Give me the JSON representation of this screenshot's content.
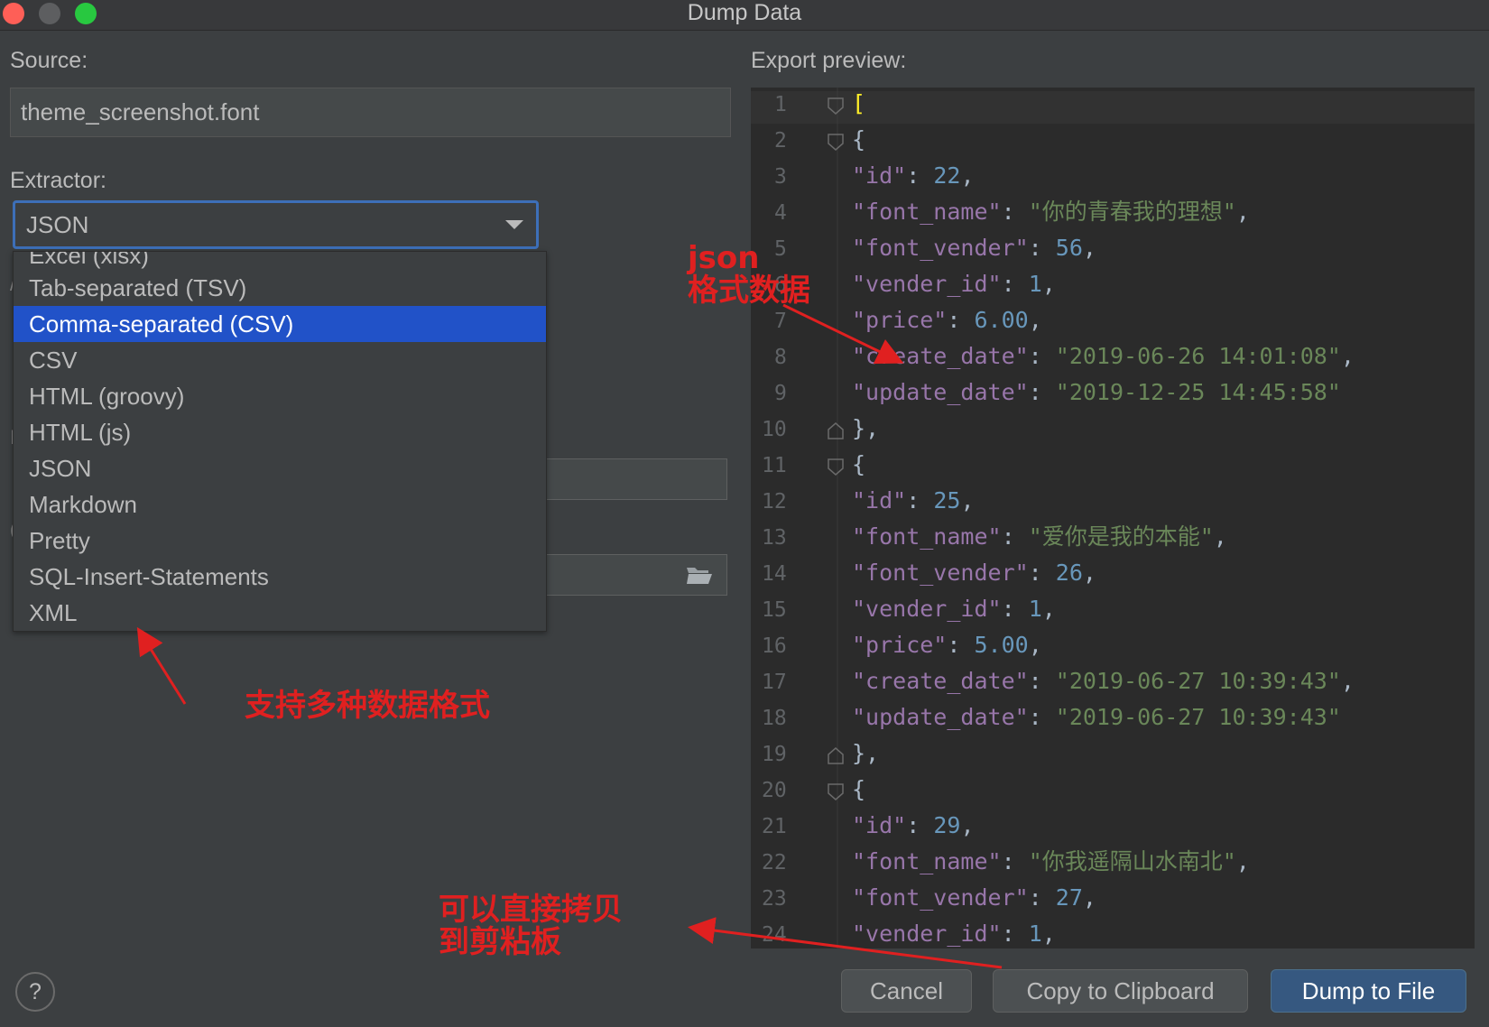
{
  "window": {
    "title": "Dump Data"
  },
  "left": {
    "source_label": "Source:",
    "source_value": "theme_screenshot.font",
    "extractor_label": "Extractor:",
    "extractor_value": "JSON",
    "partial_option": "Excel (xlsx)",
    "options": [
      "Tab-separated (TSV)",
      "Comma-separated (CSV)",
      "CSV",
      "HTML (groovy)",
      "HTML (js)",
      "JSON",
      "Markdown",
      "Pretty",
      "SQL-Insert-Statements",
      "XML"
    ],
    "selected_option": "Comma-separated (CSV)"
  },
  "preview": {
    "label": "Export preview:",
    "lines": [
      {
        "n": "1",
        "text": "["
      },
      {
        "n": "2",
        "text": "  {"
      },
      {
        "n": "3",
        "key": "\"id\"",
        "val": "22",
        "type": "num",
        "comma": true
      },
      {
        "n": "4",
        "key": "\"font_name\"",
        "val": "\"你的青春我的理想\"",
        "type": "str",
        "comma": true
      },
      {
        "n": "5",
        "key": "\"font_vender\"",
        "val": "56",
        "type": "num",
        "comma": true
      },
      {
        "n": "6",
        "key": "\"vender_id\"",
        "val": "1",
        "type": "num",
        "comma": true
      },
      {
        "n": "7",
        "key": "\"price\"",
        "val": "6.00",
        "type": "num",
        "comma": true
      },
      {
        "n": "8",
        "key": "\"create_date\"",
        "val": "\"2019-06-26 14:01:08\"",
        "type": "str",
        "comma": true
      },
      {
        "n": "9",
        "key": "\"update_date\"",
        "val": "\"2019-12-25 14:45:58\"",
        "type": "str",
        "comma": false
      },
      {
        "n": "10",
        "text": "  },"
      },
      {
        "n": "11",
        "text": "  {"
      },
      {
        "n": "12",
        "key": "\"id\"",
        "val": "25",
        "type": "num",
        "comma": true
      },
      {
        "n": "13",
        "key": "\"font_name\"",
        "val": "\"爱你是我的本能\"",
        "type": "str",
        "comma": true
      },
      {
        "n": "14",
        "key": "\"font_vender\"",
        "val": "26",
        "type": "num",
        "comma": true
      },
      {
        "n": "15",
        "key": "\"vender_id\"",
        "val": "1",
        "type": "num",
        "comma": true
      },
      {
        "n": "16",
        "key": "\"price\"",
        "val": "5.00",
        "type": "num",
        "comma": true
      },
      {
        "n": "17",
        "key": "\"create_date\"",
        "val": "\"2019-06-27 10:39:43\"",
        "type": "str",
        "comma": true
      },
      {
        "n": "18",
        "key": "\"update_date\"",
        "val": "\"2019-06-27 10:39:43\"",
        "type": "str",
        "comma": false
      },
      {
        "n": "19",
        "text": "  },"
      },
      {
        "n": "20",
        "text": "  {"
      },
      {
        "n": "21",
        "key": "\"id\"",
        "val": "29",
        "type": "num",
        "comma": true
      },
      {
        "n": "22",
        "key": "\"font_name\"",
        "val": "\"你我遥隔山水南北\"",
        "type": "str",
        "comma": true
      },
      {
        "n": "23",
        "key": "\"font_vender\"",
        "val": "27",
        "type": "num",
        "comma": true
      },
      {
        "n": "24",
        "key": "\"vender_id\"",
        "val": "1",
        "type": "num",
        "comma": true
      }
    ]
  },
  "buttons": {
    "help": "?",
    "cancel": "Cancel",
    "copy": "Copy to Clipboard",
    "dump": "Dump to File"
  },
  "annotations": {
    "json_line1": "json",
    "json_line2": "格式数据",
    "formats": "支持多种数据格式",
    "clipboard_line1": "可以直接拷贝",
    "clipboard_line2": "到剪粘板"
  },
  "colors": {
    "key": "#9876aa",
    "string": "#6a8759",
    "number": "#6897bb",
    "punct": "#a9b7c6",
    "bracket_highlight": "#ffef28",
    "selection": "#2152c8",
    "annotation": "#e02020"
  }
}
